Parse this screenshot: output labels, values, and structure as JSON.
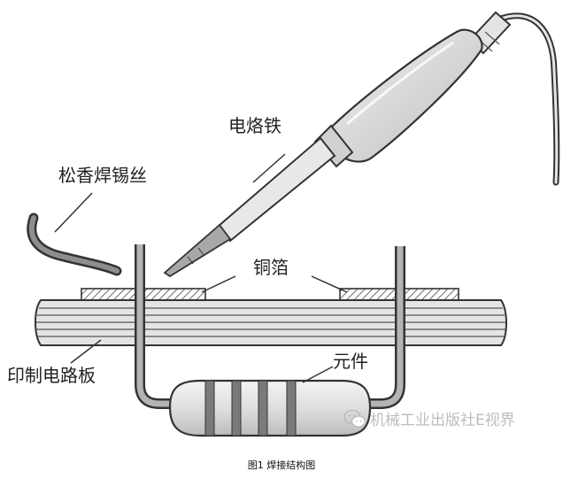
{
  "labels": {
    "soldering_iron": "电烙铁",
    "rosin_solder_wire": "松香焊锡丝",
    "copper_foil": "铜箔",
    "pcb": "印制电路板",
    "component": "元件"
  },
  "watermark": {
    "text": "机械工业出版社E视界",
    "icon": "wechat-icon"
  },
  "caption": "图1 焊接结构图",
  "colors": {
    "line": "#333333",
    "iron_handle": "#d8d8d8",
    "board": "#e2e2e2",
    "lead": "#a9a9a9",
    "resistor_body": "#dedede",
    "resistor_bands": "#7a7a7a",
    "watermark": "#bdbdbd"
  }
}
